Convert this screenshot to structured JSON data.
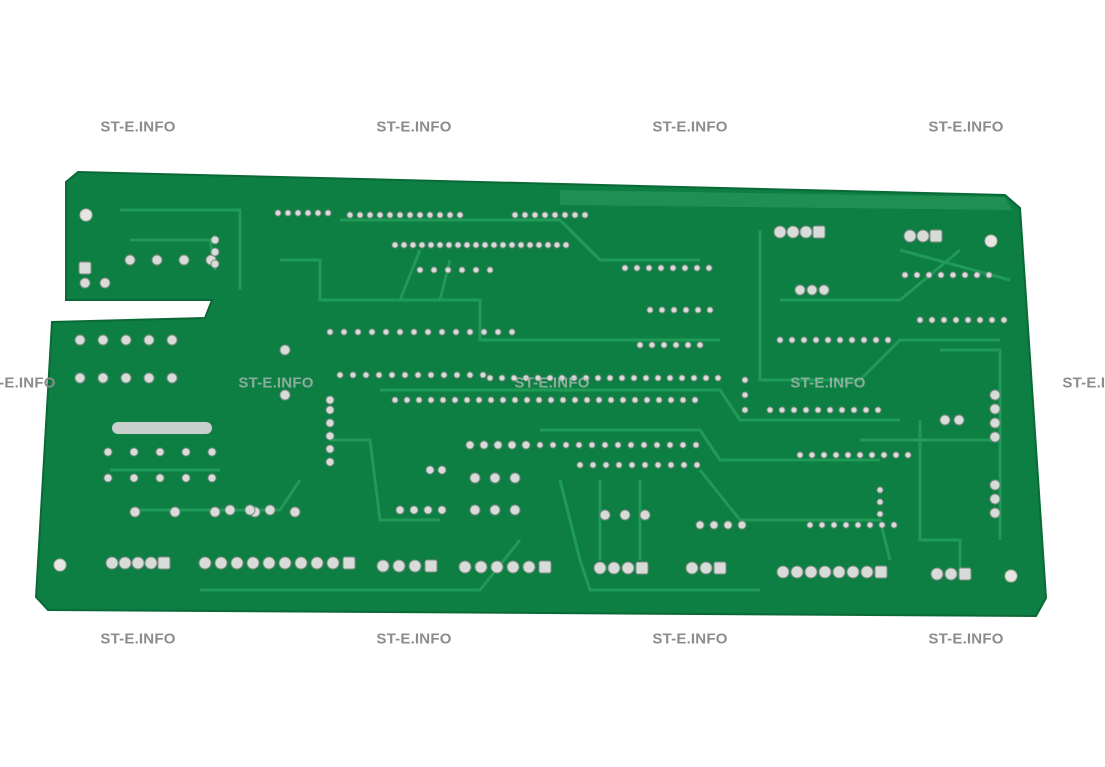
{
  "watermark": {
    "text": "ST-E.INFO",
    "top_row": [
      "ST-E.INFO",
      "ST-E.INFO",
      "ST-E.INFO",
      "ST-E.INFO"
    ],
    "middle_row": [
      "ST-E.INFO",
      "ST-E.INFO",
      "ST-E.INFO",
      "ST-E.INFO",
      "ST-E.INFO"
    ],
    "bottom_row": [
      "ST-E.INFO",
      "ST-E.INFO",
      "ST-E.INFO",
      "ST-E.INFO"
    ]
  },
  "colors": {
    "board": "#0e7f43",
    "trace": "#1a9a55",
    "solder": "#d8dcd8",
    "background": "#ffffff"
  }
}
